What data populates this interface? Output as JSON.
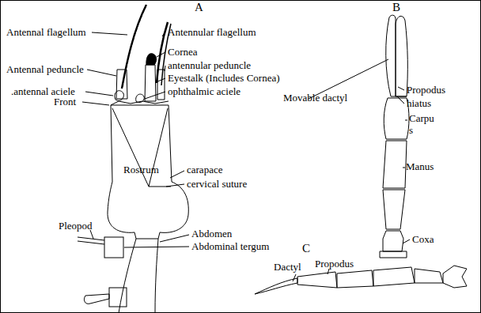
{
  "diagram": {
    "labels": [
      "A",
      "Antennal flagellum",
      "Antennular flagellum",
      "Cornea",
      "Antennal peduncle",
      "antennular peduncle",
      "Eyestalk (Includes Cornea)",
      ".antennal aciele",
      "ophthalmic aciele",
      "Front",
      "Rostrum",
      "carapace",
      "cervical suture",
      "Pleopod",
      "Abdomen",
      "Abdominal tergum",
      "B",
      "Movable dactyl",
      "Propodus",
      "hiatus",
      "Carpu s",
      "Manus",
      "Coxa",
      "C",
      "Dactyl",
      "Propodus"
    ]
  }
}
